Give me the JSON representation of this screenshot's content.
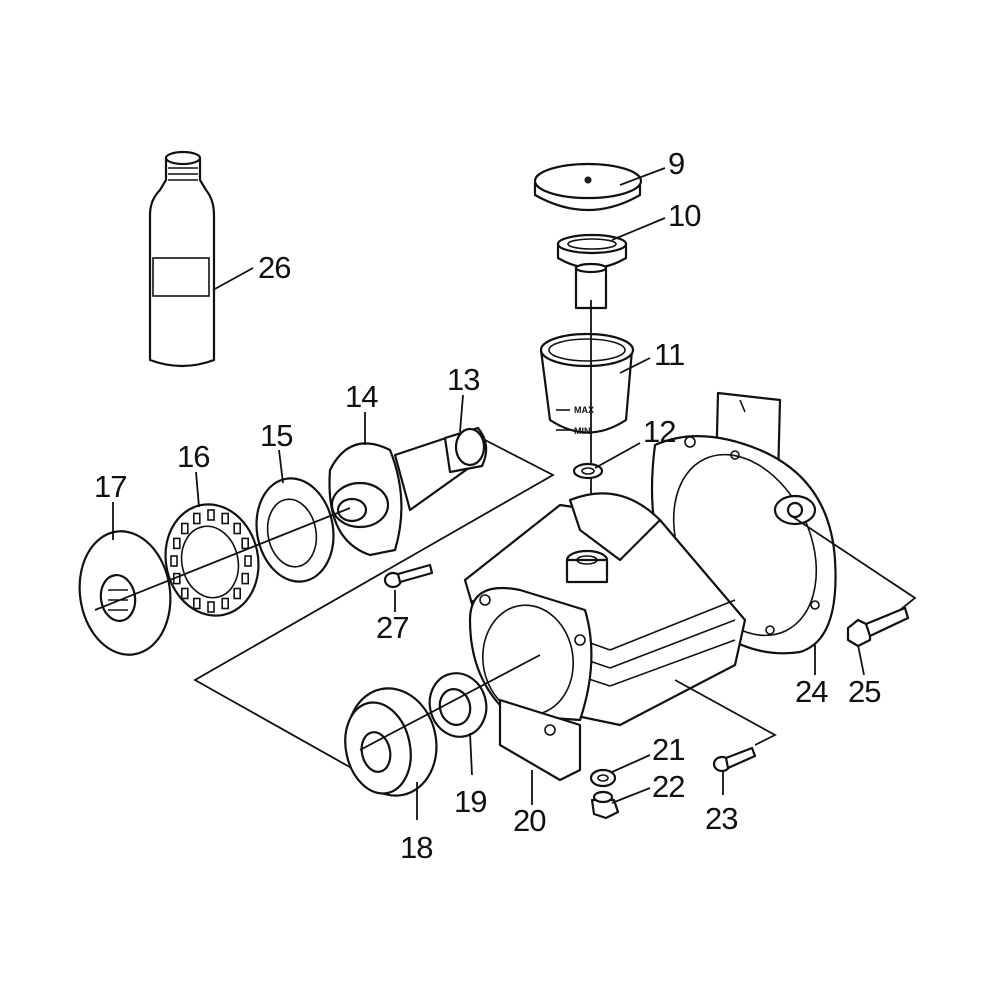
{
  "diagram": {
    "callouts": {
      "c9": "9",
      "c10": "10",
      "c11": "11",
      "c12": "12",
      "c13": "13",
      "c14": "14",
      "c15": "15",
      "c16": "16",
      "c17": "17",
      "c18": "18",
      "c19": "19",
      "c20": "20",
      "c21": "21",
      "c22": "22",
      "c23": "23",
      "c24": "24",
      "c25": "25",
      "c26": "26",
      "c27": "27"
    },
    "reservoir_marks": {
      "max": "MAX",
      "min": "MIN"
    }
  }
}
